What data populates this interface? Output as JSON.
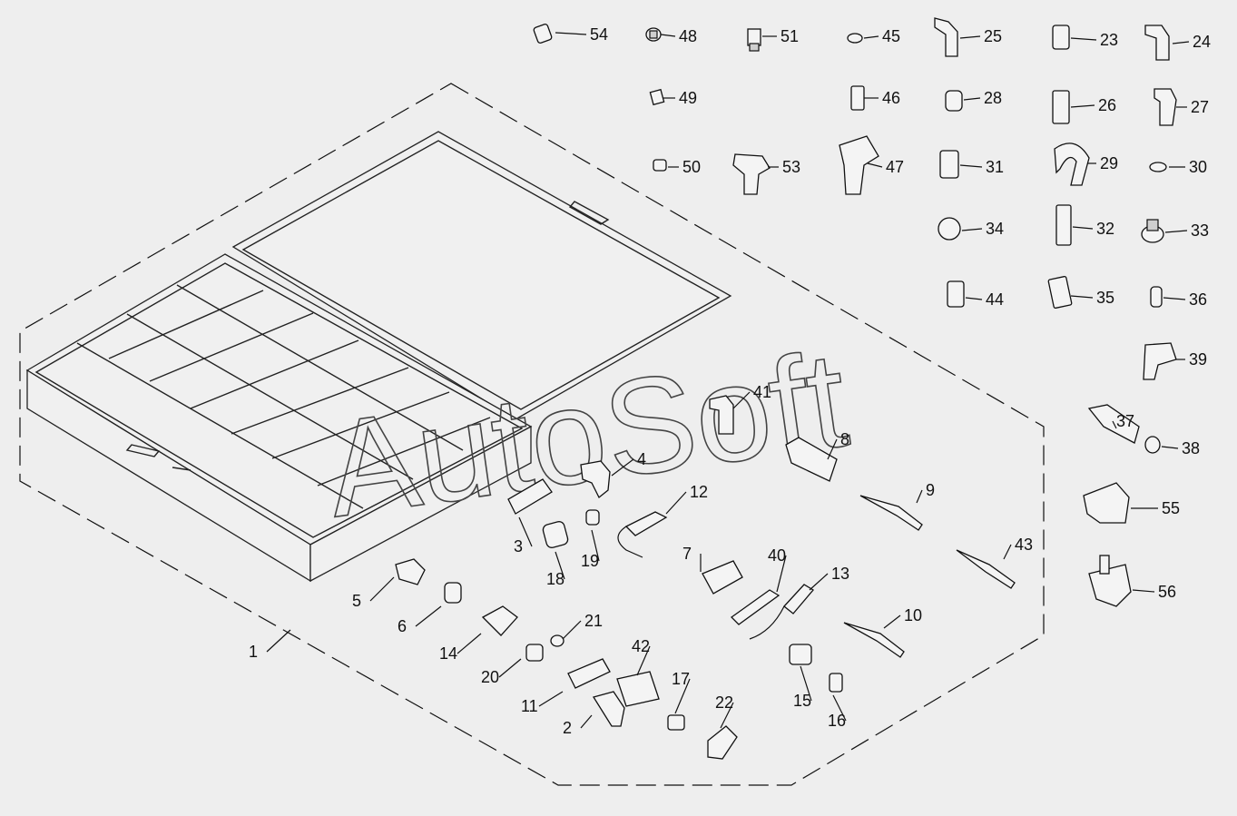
{
  "watermark": "AutoSoft",
  "callouts": [
    "1",
    "2",
    "3",
    "4",
    "5",
    "6",
    "7",
    "8",
    "9",
    "10",
    "11",
    "12",
    "13",
    "14",
    "15",
    "16",
    "17",
    "18",
    "19",
    "20",
    "21",
    "22",
    "23",
    "24",
    "25",
    "26",
    "27",
    "28",
    "29",
    "30",
    "31",
    "32",
    "33",
    "34",
    "35",
    "36",
    "37",
    "38",
    "39",
    "40",
    "41",
    "42",
    "43",
    "44",
    "45",
    "46",
    "47",
    "48",
    "49",
    "50",
    "51",
    "53",
    "54",
    "55",
    "56"
  ]
}
